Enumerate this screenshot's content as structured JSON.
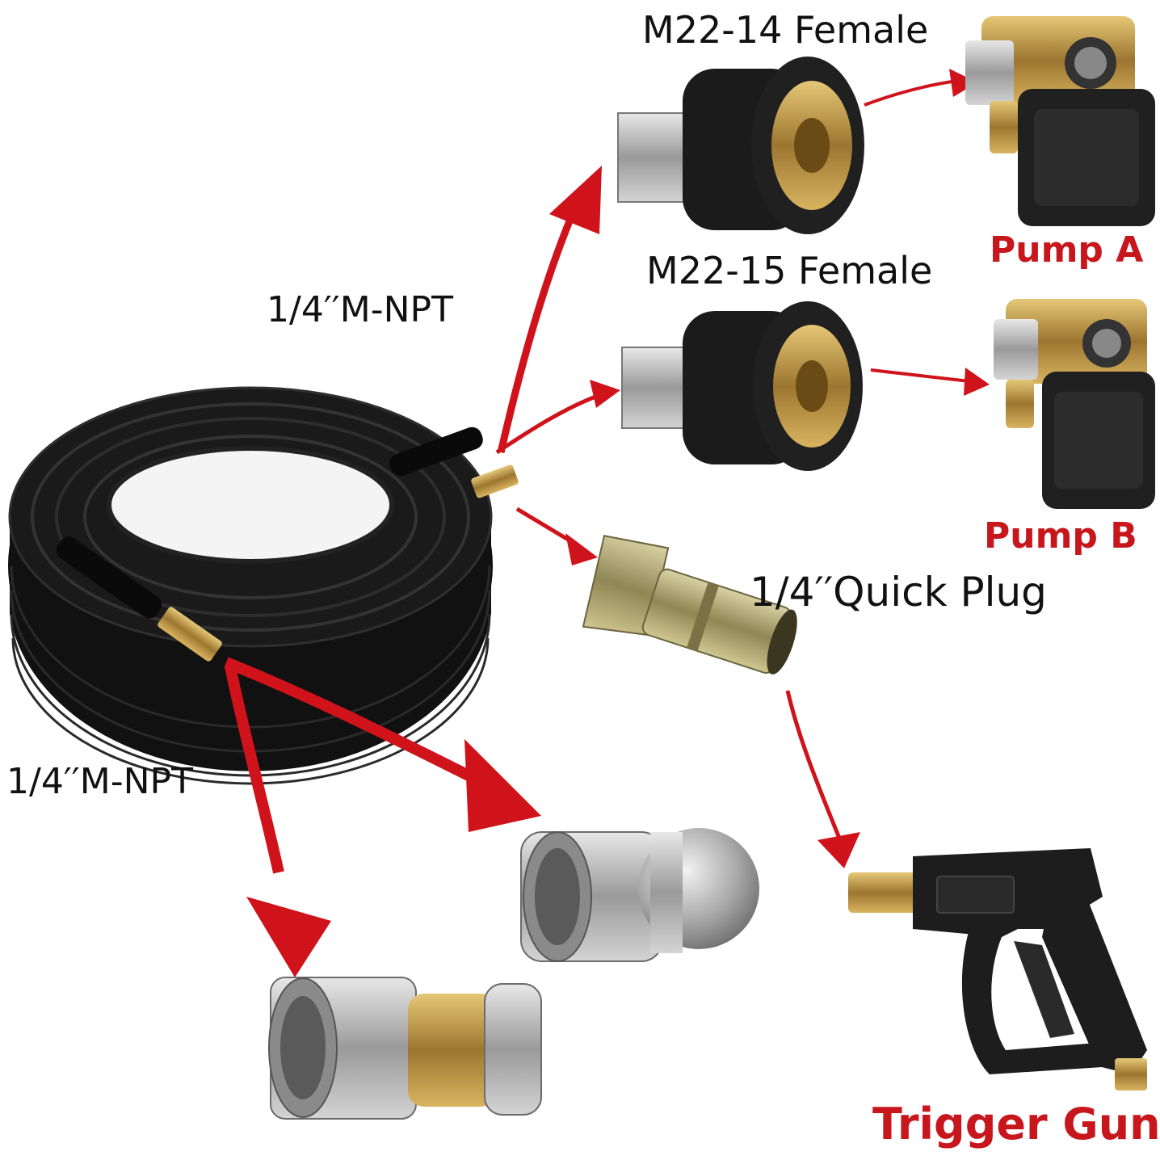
{
  "labels": {
    "m22_14": "M22-14 Female",
    "m22_15": "M22-15  Female",
    "npt_top": "1/4′′M-NPT",
    "npt_bottom": "1/4′′M-NPT",
    "quick_plug": "1/4′′Quick Plug",
    "pump_a": "Pump A",
    "pump_b": "Pump B",
    "trigger_gun": "Trigger Gun"
  },
  "colors": {
    "arrow": "#d0121b",
    "hose": "#151515",
    "brass": "#c9a24a",
    "steel": "#b8b8b8",
    "label_red": "#c8161d"
  }
}
